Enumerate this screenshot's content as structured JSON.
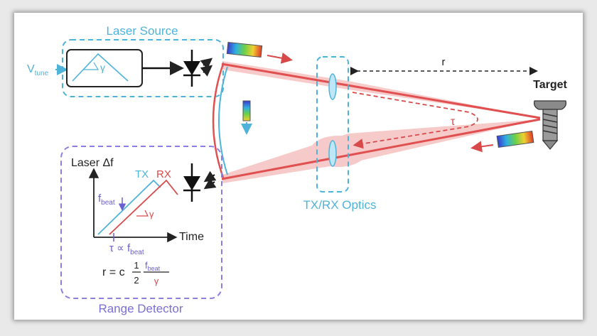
{
  "labels": {
    "laser_source": "Laser Source",
    "v_tune": "V",
    "v_tune_sub": "tune",
    "gamma": "γ",
    "target": "Target",
    "r": "r",
    "tau": "τ",
    "optics": "TX/RX Optics",
    "range_detector": "Range Detector",
    "laser_df": "Laser Δf",
    "tx": "TX",
    "rx": "RX",
    "fbeat": "f",
    "fbeat_sub": "beat",
    "time": "Time",
    "tau_prop": "τ ∝ f",
    "tau_prop_sub": "beat",
    "formula_lhs": "r = c",
    "formula_half_num": "1",
    "formula_half_den": "2",
    "formula_num": "f",
    "formula_num_sub": "beat",
    "formula_den": "γ"
  },
  "colors": {
    "cyan": "#4fb3d9",
    "purple": "#7a6fd6",
    "beam": "#e05050",
    "beam_glow": "#f2a0a0",
    "arrow_red": "#d84a4a"
  }
}
